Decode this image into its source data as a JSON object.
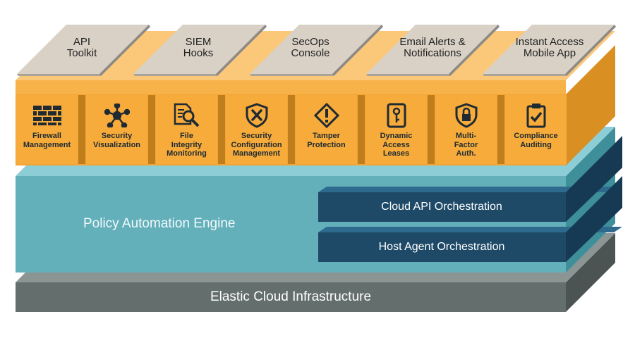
{
  "top_tiles": [
    {
      "line1": "API",
      "line2": "Toolkit"
    },
    {
      "line1": "SIEM",
      "line2": "Hooks"
    },
    {
      "line1": "SecOps",
      "line2": "Console"
    },
    {
      "line1": "Email Alerts &",
      "line2": "Notifications"
    },
    {
      "line1": "Instant Access",
      "line2": "Mobile App"
    }
  ],
  "modules": [
    {
      "label": "Firewall\nManagement",
      "icon": "firewall-icon"
    },
    {
      "label": "Security\nVisualization",
      "icon": "network-nodes-icon"
    },
    {
      "label": "File\nIntegrity\nMonitoring",
      "icon": "file-search-icon"
    },
    {
      "label": "Security\nConfiguration\nManagement",
      "icon": "shield-tools-icon"
    },
    {
      "label": "Tamper\nProtection",
      "icon": "warning-diamond-icon"
    },
    {
      "label": "Dynamic\nAccess\nLeases",
      "icon": "key-badge-icon"
    },
    {
      "label": "Multi-\nFactor\nAuth.",
      "icon": "shield-lock-icon"
    },
    {
      "label": "Compliance\nAuditing",
      "icon": "clipboard-check-icon"
    }
  ],
  "engine": {
    "label": "Policy Automation  Engine"
  },
  "orchestration": [
    {
      "label": "Cloud API Orchestration"
    },
    {
      "label": "Host Agent Orchestration"
    }
  ],
  "infrastructure": {
    "label": "Elastic Cloud Infrastructure"
  },
  "colors": {
    "orange": "#f6ab3a",
    "orange_dark": "#d98f22",
    "teal": "#5fb0bb",
    "navy": "#1e4a68",
    "gray": "#646e6d",
    "tile": "#ddd6cc"
  }
}
